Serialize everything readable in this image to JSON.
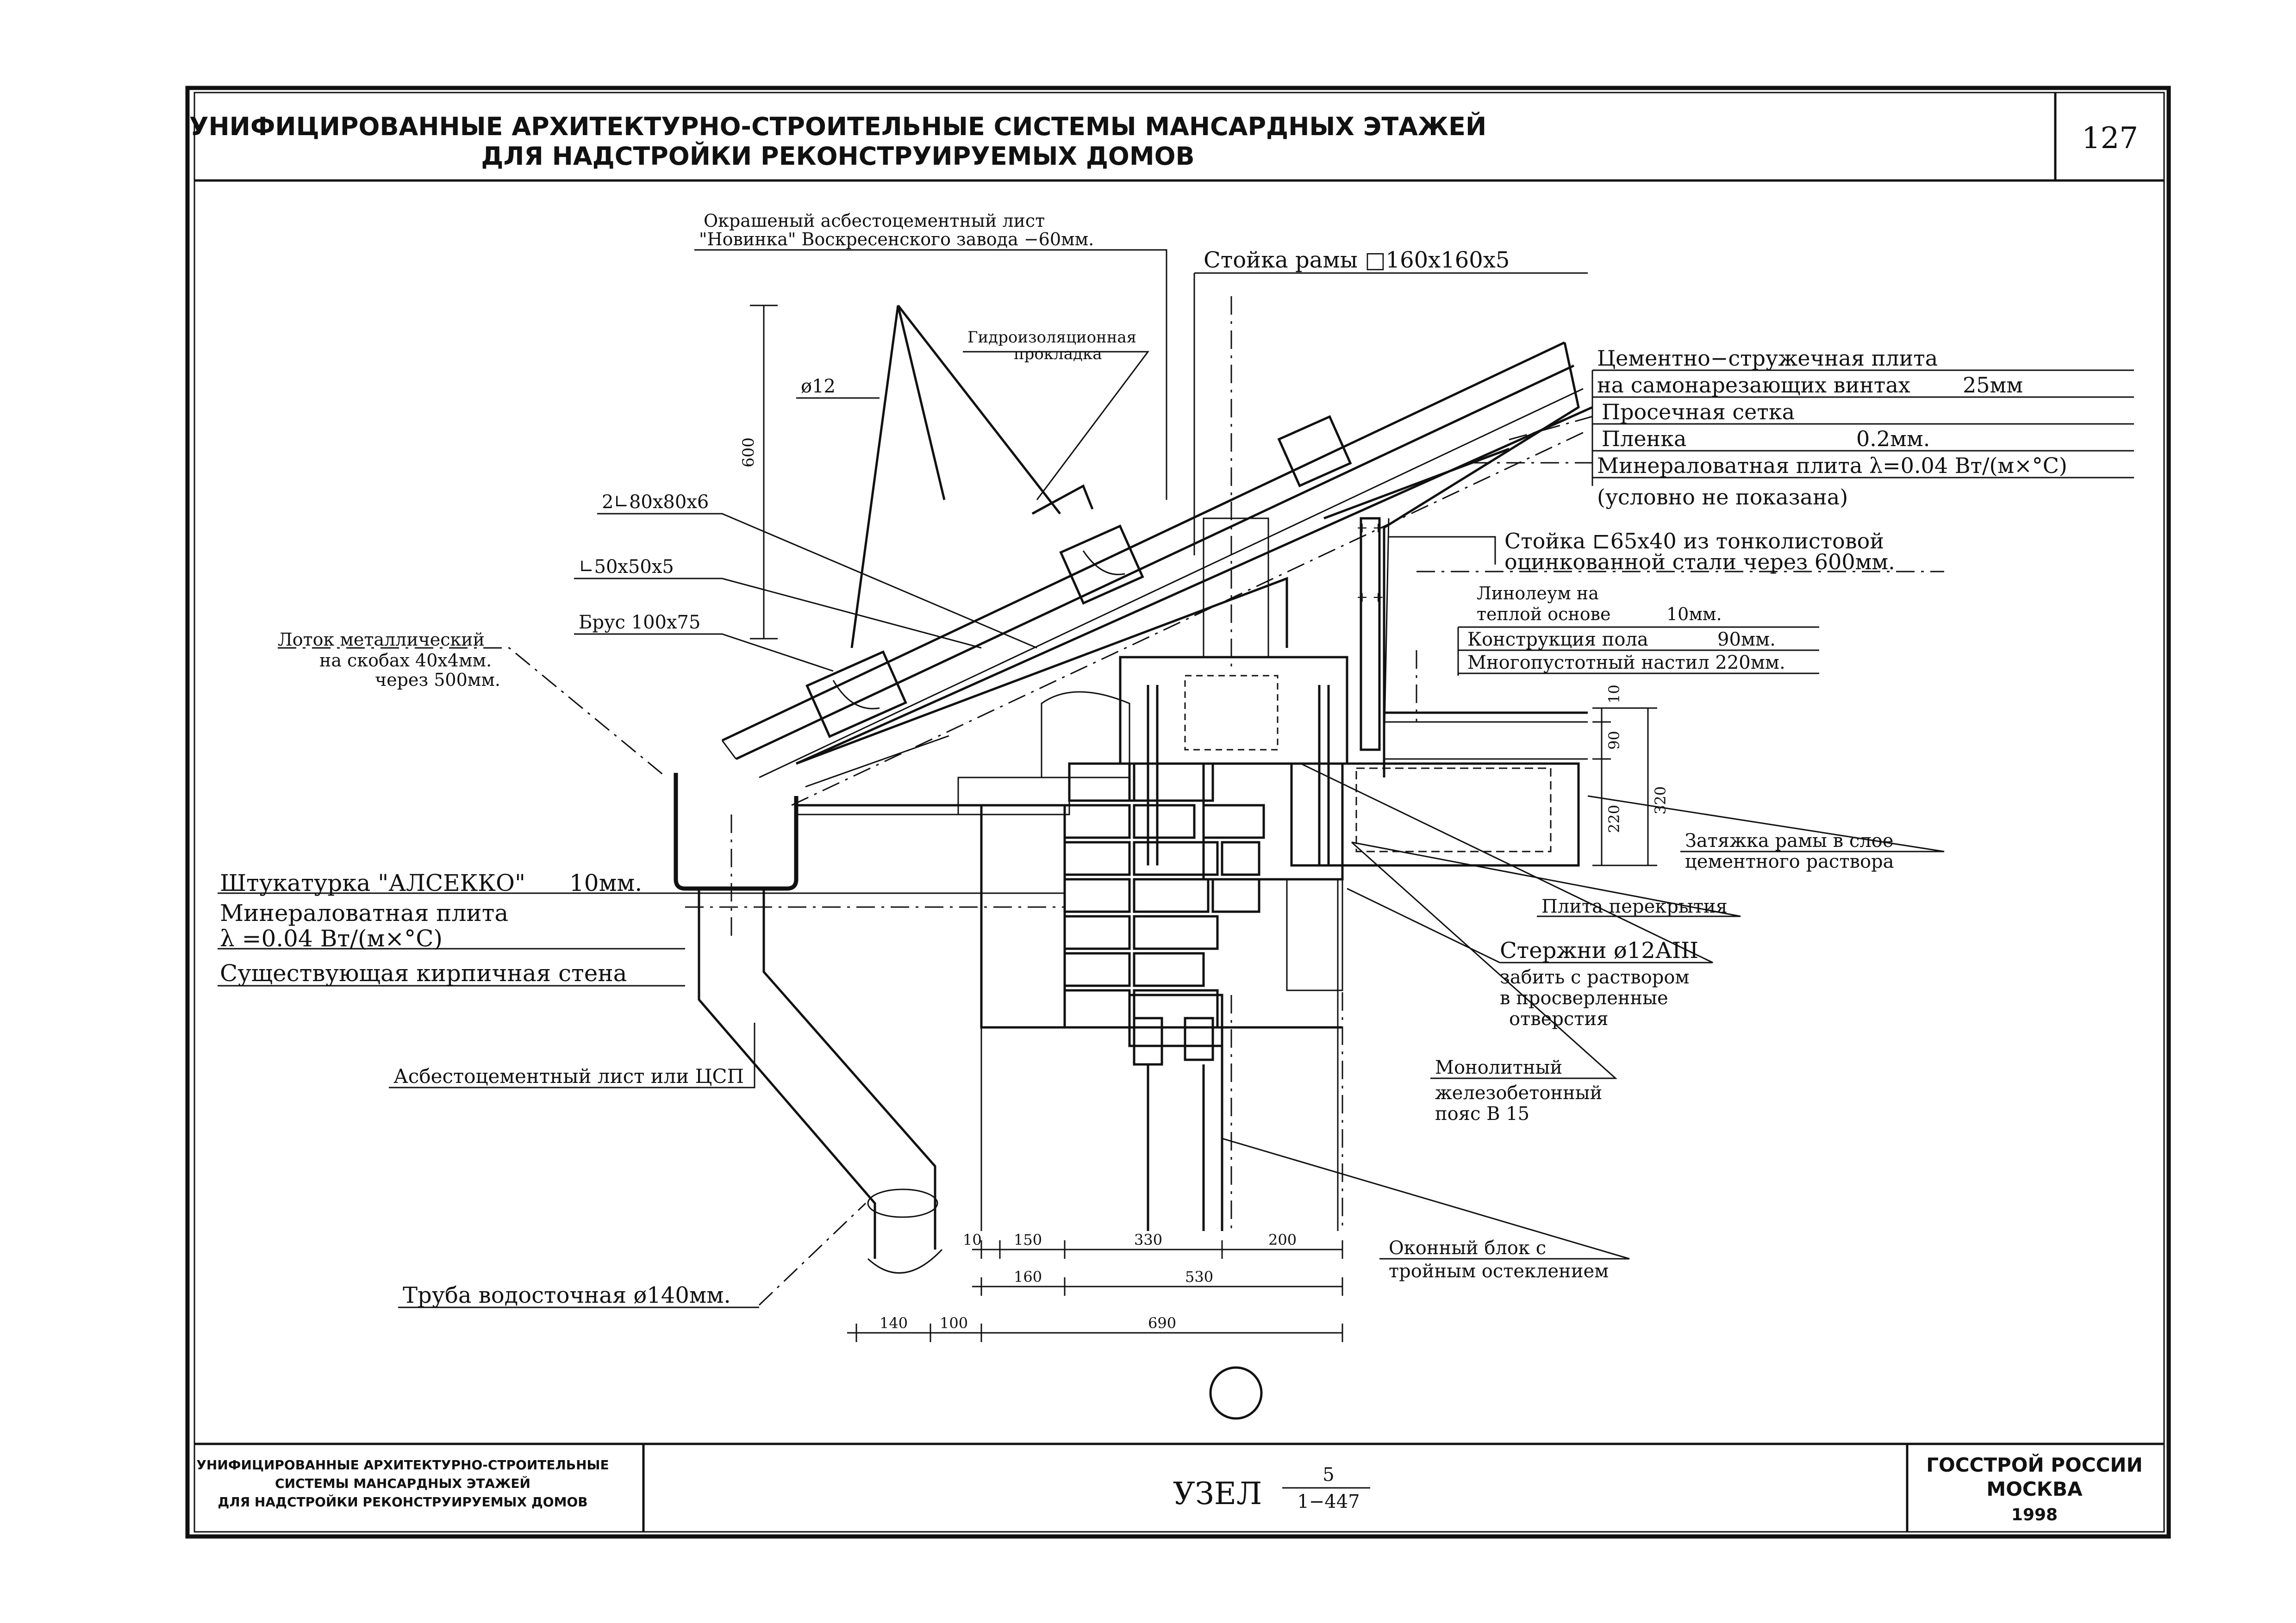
{
  "header": {
    "title_line1": "УНИФИЦИРОВАННЫЕ АРХИТЕКТУРНО-СТРОИТЕЛЬНЫЕ СИСТЕМЫ МАНСАРДНЫХ ЭТАЖЕЙ",
    "title_line2": "ДЛЯ НАДСТРОЙКИ РЕКОНСТРУИРУЕМЫХ ДОМОВ",
    "page_number": "127"
  },
  "labels": {
    "roof_sheet_1": "Окрашеный асбестоцементный лист",
    "roof_sheet_2": "\"Новинка\" Воскресенского завода −60мм.",
    "frame_post": "Стойка рамы □160x160x5",
    "waterproof_1": "Гидроизоляционная",
    "waterproof_2": "прокладка",
    "rod_diam": "ø12",
    "dim_600": "600",
    "angle_2l": "2∟80x80x6",
    "angle_l": "∟50x50x5",
    "beam": "Брус 100x75",
    "gutter_1": "Лоток металлический",
    "gutter_2": "на скобах 40x4мм.",
    "gutter_3": "через 500мм.",
    "csp_1": "Цементно−стружечная плита",
    "csp_2": "на самонарезающих винтах",
    "csp_thk": "25мм",
    "mesh": "Просечная сетка",
    "film": "Пленка",
    "film_thk": "0.2мм.",
    "mineral_roof": "Минераловатная плита λ=0.04 Вт/(м×°С)",
    "not_shown": "(условно не показана)",
    "steel_post_1": "Стойка ⊏65x40 из тонколистовой",
    "steel_post_2": "оцинкованной стали через 600мм.",
    "linoleum_1": "Линолеум на",
    "linoleum_2": "теплой основе",
    "linoleum_thk": "10мм.",
    "floor_constr": "Конструкция пола",
    "floor_thk": "90мм.",
    "hollow_slab": "Многопустотный настил 220мм.",
    "plaster": "Штукатурка \"АЛСЕККО\"",
    "plaster_thk": "10мм.",
    "mineral_wall_1": "Минераловатная плита",
    "mineral_wall_2": "λ =0.04 Вт/(м×°С)",
    "brick_wall": "Существующая кирпичная стена",
    "tie_1": "Затяжка рамы в слое",
    "tie_2": "цементного раствора",
    "slab": "Плита перекрытия",
    "rods_1": "Стержни ø12АIII",
    "rods_2": "забить с раствором",
    "rods_3": "в просверленные",
    "rods_4": "отверстия",
    "asbestos_csp": "Асбестоцементный лист или ЦСП",
    "monolith_1": "Монолитный",
    "monolith_2": "железобетонный",
    "monolith_3": "пояс В 15",
    "window_1": "Оконный блок с",
    "window_2": "тройным остеклением",
    "downpipe": "Труба водосточная ø140мм."
  },
  "dims": {
    "v10": "10",
    "v90": "90",
    "v220": "220",
    "v320": "320",
    "r1_10": "10",
    "r1_150": "150",
    "r1_330": "330",
    "r1_200": "200",
    "r2_160": "160",
    "r2_530": "530",
    "r3_140": "140",
    "r3_100": "100",
    "r3_690": "690"
  },
  "title_block": {
    "left_1": "УНИФИЦИРОВАННЫЕ АРХИТЕКТУРНО-СТРОИТЕЛЬНЫЕ",
    "left_2": "СИСТЕМЫ МАНСАРДНЫХ ЭТАЖЕЙ",
    "left_3": "ДЛЯ НАДСТРОЙКИ РЕКОНСТРУИРУЕМЫХ ДОМОВ",
    "node_label": "УЗЕЛ",
    "node_num": "5",
    "node_series": "1−447",
    "org_1": "ГОССТРОЙ РОССИИ",
    "org_2": "МОСКВА",
    "year": "1998"
  }
}
